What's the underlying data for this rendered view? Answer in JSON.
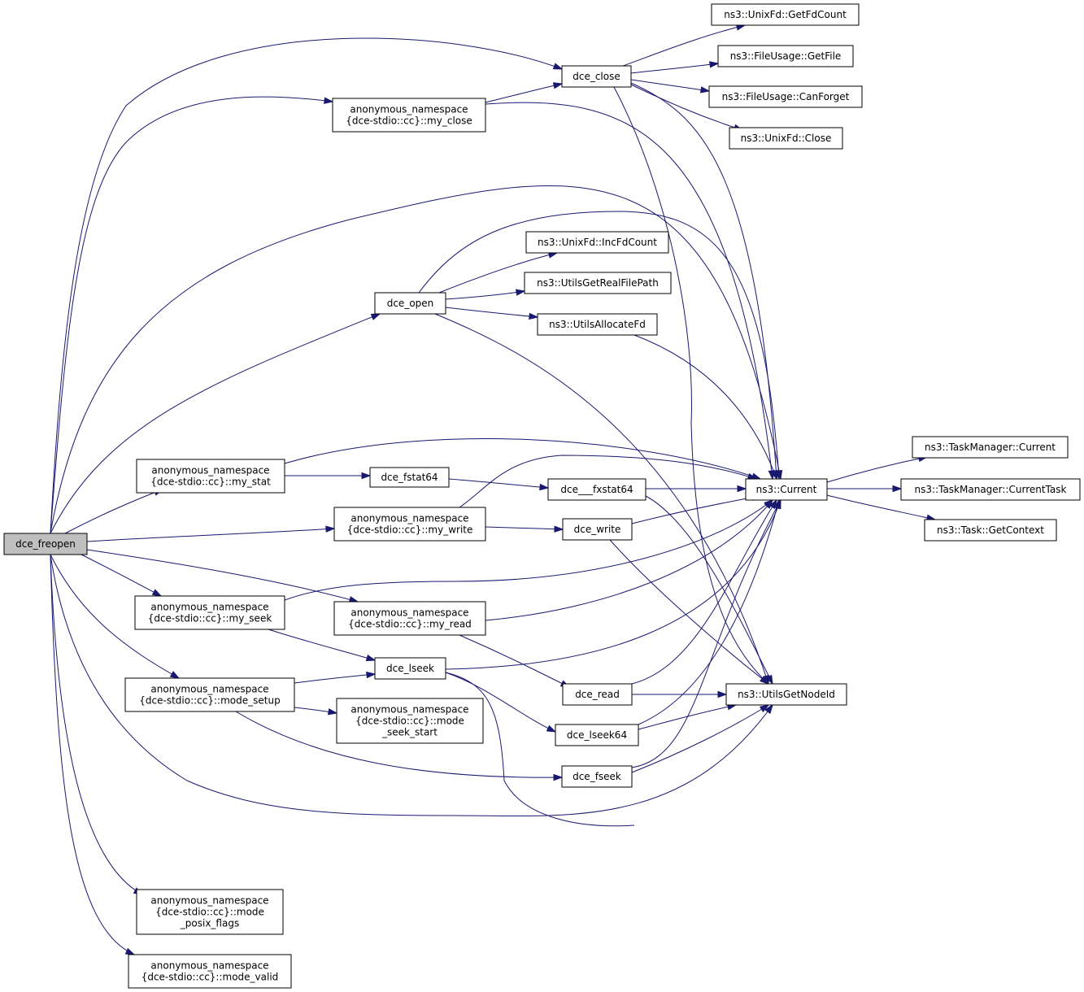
{
  "graph": {
    "root": "dce_freopen",
    "nodes": [
      {
        "id": "dce_freopen",
        "lines": [
          "dce_freopen"
        ],
        "root": true
      },
      {
        "id": "dce_close",
        "lines": [
          "dce_close"
        ]
      },
      {
        "id": "my_close",
        "lines": [
          "anonymous_namespace",
          "{dce-stdio::cc}::my_close"
        ]
      },
      {
        "id": "GetFdCount",
        "lines": [
          "ns3::UnixFd::GetFdCount"
        ]
      },
      {
        "id": "GetFile",
        "lines": [
          "ns3::FileUsage::GetFile"
        ]
      },
      {
        "id": "CanForget",
        "lines": [
          "ns3::FileUsage::CanForget"
        ]
      },
      {
        "id": "UnixFdClose",
        "lines": [
          "ns3::UnixFd::Close"
        ]
      },
      {
        "id": "IncFdCount",
        "lines": [
          "ns3::UnixFd::IncFdCount"
        ]
      },
      {
        "id": "dce_open",
        "lines": [
          "dce_open"
        ]
      },
      {
        "id": "UtilsGetRealFilePath",
        "lines": [
          "ns3::UtilsGetRealFilePath"
        ]
      },
      {
        "id": "UtilsAllocateFd",
        "lines": [
          "ns3::UtilsAllocateFd"
        ]
      },
      {
        "id": "Current",
        "lines": [
          "ns3::Current"
        ]
      },
      {
        "id": "TMCurrent",
        "lines": [
          "ns3::TaskManager::Current"
        ]
      },
      {
        "id": "TMCurrentTask",
        "lines": [
          "ns3::TaskManager::CurrentTask"
        ]
      },
      {
        "id": "GetContext",
        "lines": [
          "ns3::Task::GetContext"
        ]
      },
      {
        "id": "my_stat",
        "lines": [
          "anonymous_namespace",
          "{dce-stdio::cc}::my_stat"
        ]
      },
      {
        "id": "dce_fstat64",
        "lines": [
          "dce_fstat64"
        ]
      },
      {
        "id": "dce___fxstat64",
        "lines": [
          "dce___fxstat64"
        ]
      },
      {
        "id": "my_write",
        "lines": [
          "anonymous_namespace",
          "{dce-stdio::cc}::my_write"
        ]
      },
      {
        "id": "dce_write",
        "lines": [
          "dce_write"
        ]
      },
      {
        "id": "my_seek",
        "lines": [
          "anonymous_namespace",
          "{dce-stdio::cc}::my_seek"
        ]
      },
      {
        "id": "my_read",
        "lines": [
          "anonymous_namespace",
          "{dce-stdio::cc}::my_read"
        ]
      },
      {
        "id": "dce_lseek",
        "lines": [
          "dce_lseek"
        ]
      },
      {
        "id": "mode_setup",
        "lines": [
          "anonymous_namespace",
          "{dce-stdio::cc}::mode_setup"
        ]
      },
      {
        "id": "dce_read",
        "lines": [
          "dce_read"
        ]
      },
      {
        "id": "UtilsGetNodeId",
        "lines": [
          "ns3::UtilsGetNodeId"
        ]
      },
      {
        "id": "mode_seek_start",
        "lines": [
          "anonymous_namespace",
          "{dce-stdio::cc}::mode",
          "_seek_start"
        ]
      },
      {
        "id": "dce_lseek64",
        "lines": [
          "dce_lseek64"
        ]
      },
      {
        "id": "dce_fseek",
        "lines": [
          "dce_fseek"
        ]
      },
      {
        "id": "mode_posix_flags",
        "lines": [
          "anonymous_namespace",
          "{dce-stdio::cc}::mode",
          "_posix_flags"
        ]
      },
      {
        "id": "mode_valid",
        "lines": [
          "anonymous_namespace",
          "{dce-stdio::cc}::mode_valid"
        ]
      }
    ],
    "edges": [
      [
        "dce_freopen",
        "dce_close"
      ],
      [
        "dce_freopen",
        "my_close"
      ],
      [
        "dce_freopen",
        "Current"
      ],
      [
        "dce_freopen",
        "dce_open"
      ],
      [
        "dce_freopen",
        "my_stat"
      ],
      [
        "dce_freopen",
        "my_write"
      ],
      [
        "dce_freopen",
        "my_seek"
      ],
      [
        "dce_freopen",
        "my_read"
      ],
      [
        "dce_freopen",
        "mode_setup"
      ],
      [
        "dce_freopen",
        "UtilsGetNodeId"
      ],
      [
        "dce_freopen",
        "mode_posix_flags"
      ],
      [
        "dce_freopen",
        "mode_valid"
      ],
      [
        "dce_close",
        "GetFdCount"
      ],
      [
        "dce_close",
        "GetFile"
      ],
      [
        "dce_close",
        "CanForget"
      ],
      [
        "dce_close",
        "UnixFdClose"
      ],
      [
        "dce_close",
        "Current"
      ],
      [
        "dce_close",
        "UtilsGetNodeId"
      ],
      [
        "my_close",
        "dce_close"
      ],
      [
        "my_close",
        "Current"
      ],
      [
        "dce_open",
        "IncFdCount"
      ],
      [
        "dce_open",
        "UtilsGetRealFilePath"
      ],
      [
        "dce_open",
        "UtilsAllocateFd"
      ],
      [
        "dce_open",
        "Current"
      ],
      [
        "dce_open",
        "UtilsGetNodeId"
      ],
      [
        "UtilsAllocateFd",
        "Current"
      ],
      [
        "Current",
        "TMCurrent"
      ],
      [
        "Current",
        "TMCurrentTask"
      ],
      [
        "Current",
        "GetContext"
      ],
      [
        "my_stat",
        "Current"
      ],
      [
        "my_stat",
        "dce_fstat64"
      ],
      [
        "dce_fstat64",
        "dce___fxstat64"
      ],
      [
        "dce___fxstat64",
        "Current"
      ],
      [
        "dce___fxstat64",
        "UtilsGetNodeId"
      ],
      [
        "my_write",
        "Current"
      ],
      [
        "my_write",
        "dce_write"
      ],
      [
        "dce_write",
        "Current"
      ],
      [
        "dce_write",
        "UtilsGetNodeId"
      ],
      [
        "my_seek",
        "Current"
      ],
      [
        "my_seek",
        "dce_lseek"
      ],
      [
        "my_read",
        "Current"
      ],
      [
        "my_read",
        "dce_read"
      ],
      [
        "dce_lseek",
        "Current"
      ],
      [
        "dce_lseek",
        "dce_lseek64"
      ],
      [
        "dce_lseek",
        "UtilsGetNodeId"
      ],
      [
        "mode_setup",
        "dce_lseek"
      ],
      [
        "mode_setup",
        "mode_seek_start"
      ],
      [
        "mode_setup",
        "dce_fseek"
      ],
      [
        "dce_read",
        "Current"
      ],
      [
        "dce_read",
        "UtilsGetNodeId"
      ],
      [
        "dce_lseek64",
        "Current"
      ],
      [
        "dce_lseek64",
        "UtilsGetNodeId"
      ],
      [
        "dce_fseek",
        "Current"
      ],
      [
        "dce_fseek",
        "UtilsGetNodeId"
      ]
    ]
  },
  "colors": {
    "edge": "#191970",
    "root_fill": "#bfbfbf",
    "node_fill": "#ffffff",
    "node_border": "#000000"
  }
}
